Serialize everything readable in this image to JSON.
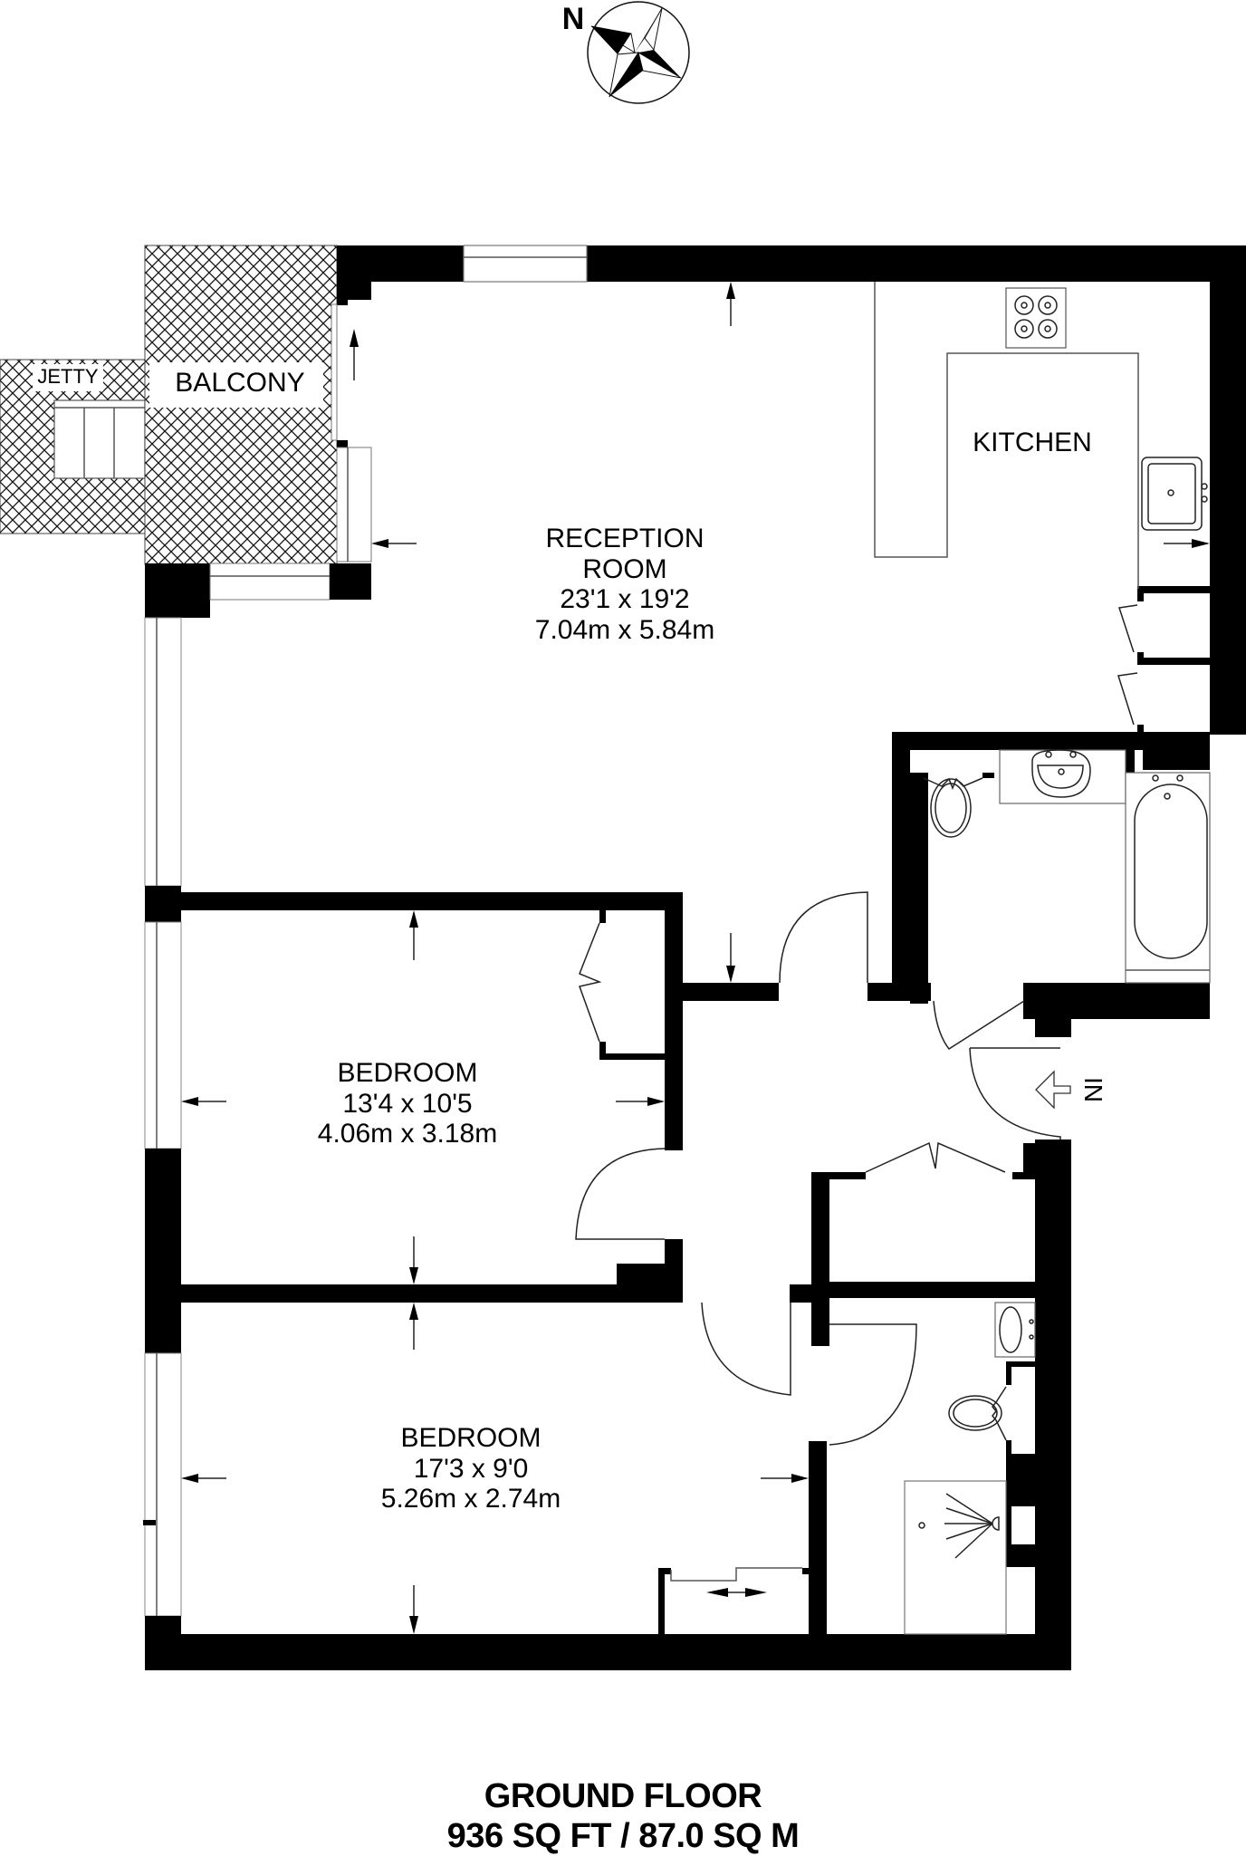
{
  "compass": {
    "label": "N",
    "icon": "north-compass-icon"
  },
  "rooms": {
    "jetty": {
      "name": "JETTY"
    },
    "balcony": {
      "name": "BALCONY"
    },
    "kitchen": {
      "name": "KITCHEN"
    },
    "reception": {
      "name_line1": "RECEPTION",
      "name_line2": "ROOM",
      "imperial": "23'1 x 19'2",
      "metric": "7.04m x 5.84m"
    },
    "bedroom1": {
      "name": "BEDROOM",
      "imperial": "13'4 x 10'5",
      "metric": "4.06m x 3.18m"
    },
    "bedroom2": {
      "name": "BEDROOM",
      "imperial": "17'3 x 9'0",
      "metric": "5.26m x 2.74m"
    }
  },
  "entrance": {
    "label": "IN",
    "icon": "entrance-arrow-icon"
  },
  "footer": {
    "floor": "GROUND FLOOR",
    "area": "936 SQ FT / 87.0 SQ M"
  }
}
